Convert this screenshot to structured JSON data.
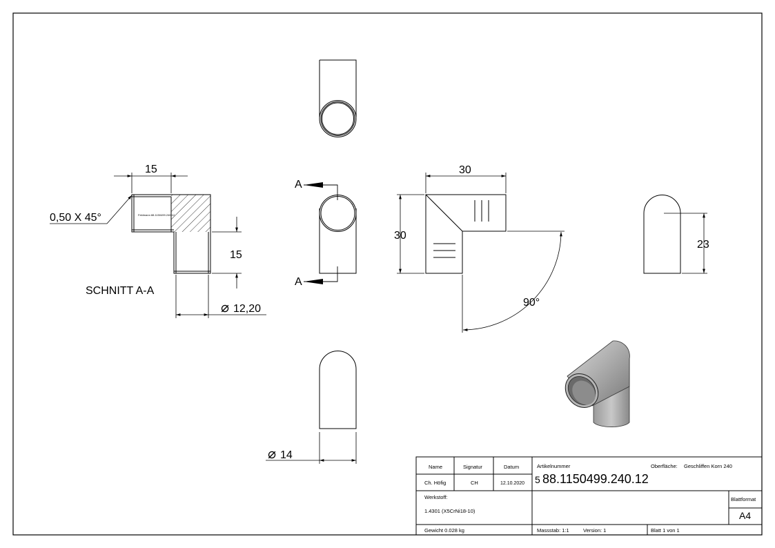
{
  "section_view": {
    "dim_width": "15",
    "chamfer": "0,50 X 45°",
    "dim_height": "15",
    "title": "SCHNITT A-A",
    "dim_inner_dia": "12,20",
    "engraving": "Feldmann 88.1150499.240.12"
  },
  "front_view": {
    "section_marker_top": "A",
    "section_marker_bottom": "A"
  },
  "side_view": {
    "dim_width": "30",
    "dim_height": "30",
    "angle": "90°"
  },
  "right_view": {
    "dim_height": "23"
  },
  "bottom_view": {
    "dim_dia": "14"
  },
  "diameter_symbol": "⌀",
  "title_block": {
    "name_header": "Name",
    "signature_header": "Signatur",
    "date_header": "Datum",
    "name": "Ch. Höfig",
    "signature": "CH",
    "date": "12.10.2020",
    "article_label": "Artikelnummer",
    "surface_label": "Oberfläche:",
    "surface_value": "Geschliffen Korn 240",
    "article_prefix": "5",
    "article_number": "88.1150499.240.12",
    "material_label": "Werkstoff:",
    "material_value": "1.4301 (X5CrNi18-10)",
    "format_label": "Blattformat",
    "format_value": "A4",
    "weight": "Gewicht 0.028 kg",
    "scale": "Massstab: 1:1",
    "version": "Version: 1",
    "sheet": "Blatt 1 von 1"
  }
}
